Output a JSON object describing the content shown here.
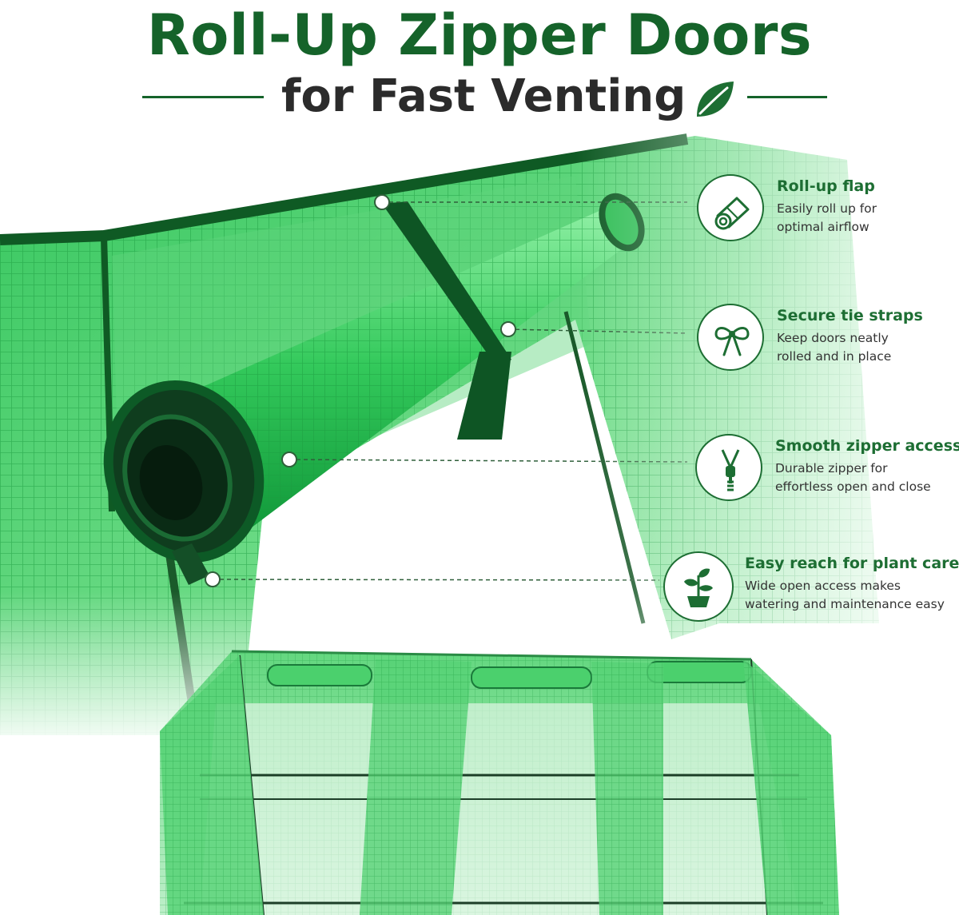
{
  "header": {
    "title": "Roll-Up Zipper Doors",
    "subtitle": "for Fast Venting",
    "leaf_icon": "leaf-icon"
  },
  "colors": {
    "brand_green": "#15632a",
    "accent_green": "#1d6e33",
    "cover_green": "#3fc964",
    "text_dark": "#2b2b2b"
  },
  "features": [
    {
      "icon": "roll-icon",
      "title": "Roll-up flap",
      "desc_line1": "Easily roll up for",
      "desc_line2": "optimal airflow"
    },
    {
      "icon": "bow-icon",
      "title": "Secure tie straps",
      "desc_line1": "Keep doors neatly",
      "desc_line2": "rolled and in place"
    },
    {
      "icon": "zipper-icon",
      "title": "Smooth zipper access",
      "desc_line1": "Durable zipper for",
      "desc_line2": "effortless open and close"
    },
    {
      "icon": "plant-icon",
      "title": "Easy reach for plant care",
      "desc_line1": "Wide open access makes",
      "desc_line2": "watering and maintenance easy"
    }
  ]
}
